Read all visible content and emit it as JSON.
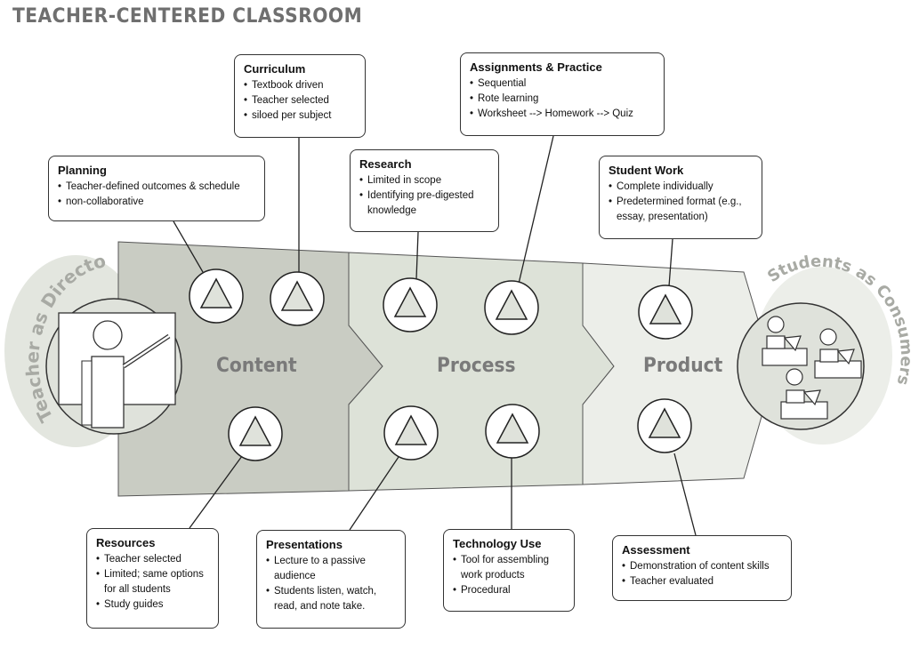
{
  "title": "TEACHER-CENTERED CLASSROOM",
  "stages": [
    "Content",
    "Process",
    "Product"
  ],
  "left_circle_label": "Teacher as Director",
  "right_circle_label": "Students as Consumers",
  "boxes": {
    "curriculum": {
      "title": "Curriculum",
      "items": [
        "Textbook driven",
        "Teacher selected",
        "siloed per subject"
      ]
    },
    "assignments": {
      "title": "Assignments & Practice",
      "items": [
        "Sequential",
        "Rote learning",
        "Worksheet --> Homework --> Quiz"
      ]
    },
    "planning": {
      "title": "Planning",
      "items": [
        "Teacher-defined outcomes & schedule",
        "non-collaborative"
      ]
    },
    "research": {
      "title": "Research",
      "items": [
        "Limited in scope",
        "Identifying pre-digested knowledge"
      ]
    },
    "student_work": {
      "title": "Student Work",
      "items": [
        "Complete individually",
        "Predetermined format (e.g., essay, presentation)"
      ]
    },
    "resources": {
      "title": "Resources",
      "items": [
        "Teacher selected",
        "Limited; same options for all students",
        "Study guides"
      ]
    },
    "presentations": {
      "title": "Presentations",
      "items": [
        "Lecture to a passive audience",
        "Students listen, watch, read, and note take."
      ]
    },
    "technology": {
      "title": "Technology Use",
      "items": [
        "Tool for assembling work products",
        "Procedural"
      ]
    },
    "assessment": {
      "title": "Assessment",
      "items": [
        "Demonstration of content skills",
        "Teacher evaluated"
      ]
    }
  },
  "colors": {
    "content_fill": "#c9ccc3",
    "process_fill": "#dde2d8",
    "product_fill": "#eceee9",
    "halo": "#e3e6df",
    "circle_fill": "#dfe2db"
  }
}
